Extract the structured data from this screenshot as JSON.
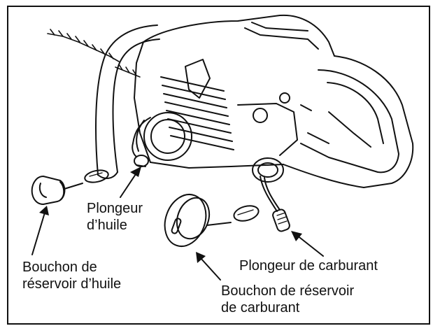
{
  "labels": {
    "oil_plunger": [
      "Plongeur",
      "d’huile"
    ],
    "oil_cap": [
      "Bouchon de",
      "réservoir d’huile"
    ],
    "fuel_plunger": [
      "Plongeur de carburant"
    ],
    "fuel_cap": [
      "Bouchon de réservoir",
      "de carburant"
    ]
  },
  "colors": {
    "line": "#111111",
    "background": "#ffffff"
  }
}
